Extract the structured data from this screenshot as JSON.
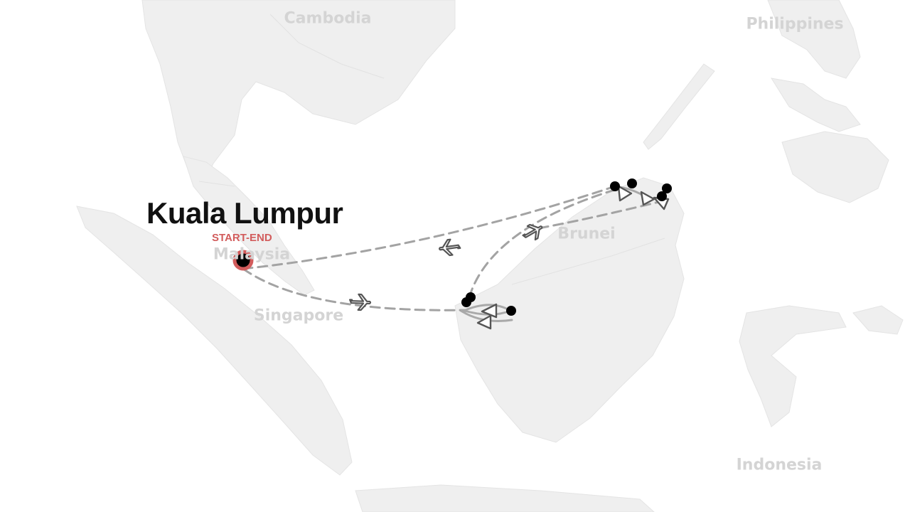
{
  "map": {
    "country_labels": {
      "cambodia": "Cambodia",
      "philippines": "Philippines",
      "malaysia": "Malaysia",
      "brunei": "Brunei",
      "singapore": "Singapore",
      "indonesia": "Indonesia"
    },
    "start_city": "Kuala Lumpur",
    "start_tag": "START-END",
    "colors": {
      "land": "#efefef",
      "route": "#a3a3a3",
      "start_accent": "#d25c5c",
      "stop": "#000000"
    },
    "icons": [
      "airplane-icon",
      "direction-arrow-icon",
      "location-dot-icon"
    ]
  }
}
